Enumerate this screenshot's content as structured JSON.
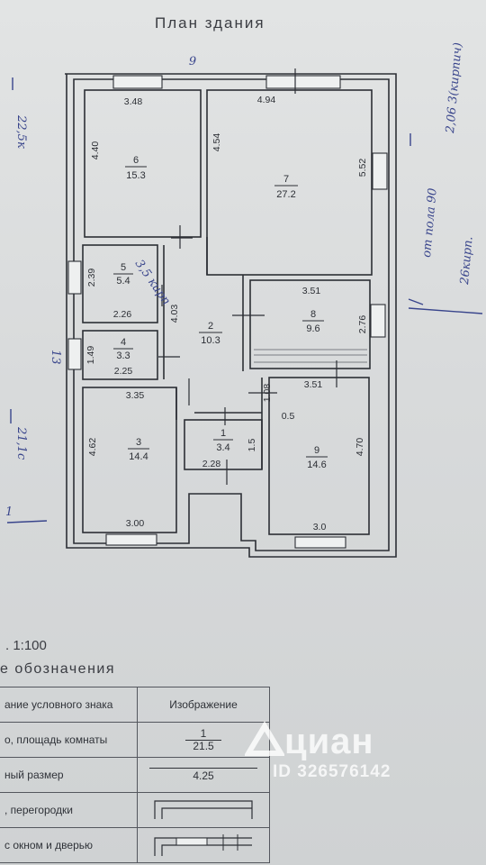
{
  "title": "План здания",
  "scale_note": ". 1:100",
  "legend_heading": "е обозначения",
  "legend_rows": [
    {
      "name": "ание условного знака",
      "image": "Изображение"
    },
    {
      "name": "о, площадь комнаты",
      "image_top": "1",
      "image_bottom": "21.5"
    },
    {
      "name": "ный размер",
      "image": "4.25"
    },
    {
      "name": ", перегородки",
      "image": ""
    },
    {
      "name": "с окном и дверью",
      "image": ""
    }
  ],
  "rooms": [
    {
      "no": "1",
      "area": "3.4"
    },
    {
      "no": "2",
      "area": "10.3"
    },
    {
      "no": "3",
      "area": "14.4"
    },
    {
      "no": "4",
      "area": "3.3"
    },
    {
      "no": "5",
      "area": "5.4"
    },
    {
      "no": "6",
      "area": "15.3"
    },
    {
      "no": "7",
      "area": "27.2"
    },
    {
      "no": "8",
      "area": "9.6"
    },
    {
      "no": "9",
      "area": "14.6"
    }
  ],
  "dimensions": {
    "r6_top": "3.48",
    "r6_side": "4.40",
    "r7_top": "4.94",
    "r7_side": "4.54",
    "r7_right": "5.52",
    "r5_side": "2.39",
    "r5_bottom": "2.26",
    "r2_side": "4.03",
    "r8_top": "3.51",
    "r8_right": "2.76",
    "r4_side": "1.49",
    "r4_bottom": "2.25",
    "r9_top": "3.51",
    "r9_gap": "1.08",
    "r9_small": "0.5",
    "r9_right": "4.70",
    "r9_bottom": "3.0",
    "r3_top": "3.35",
    "r3_side": "4.62",
    "r3_bottom": "3.00",
    "r1_bottom": "2.28",
    "r1_side": "1.5"
  },
  "handwriting": {
    "top_mark": "9",
    "left_top": "22,5к",
    "left_mid": "13",
    "left_bottom": "21,1с",
    "left_far": "1",
    "right_top": "2,06 3(кирпич)",
    "right_mid": "от пола 90",
    "right_bottom": "26кирп.",
    "r5_note": "3,5 кирп"
  },
  "watermark": {
    "brand": "циан",
    "id": "ID 326576142"
  },
  "colors": {
    "ink": "#2c2f35",
    "pen": "#39458c",
    "paper": "#d6d8d8"
  }
}
